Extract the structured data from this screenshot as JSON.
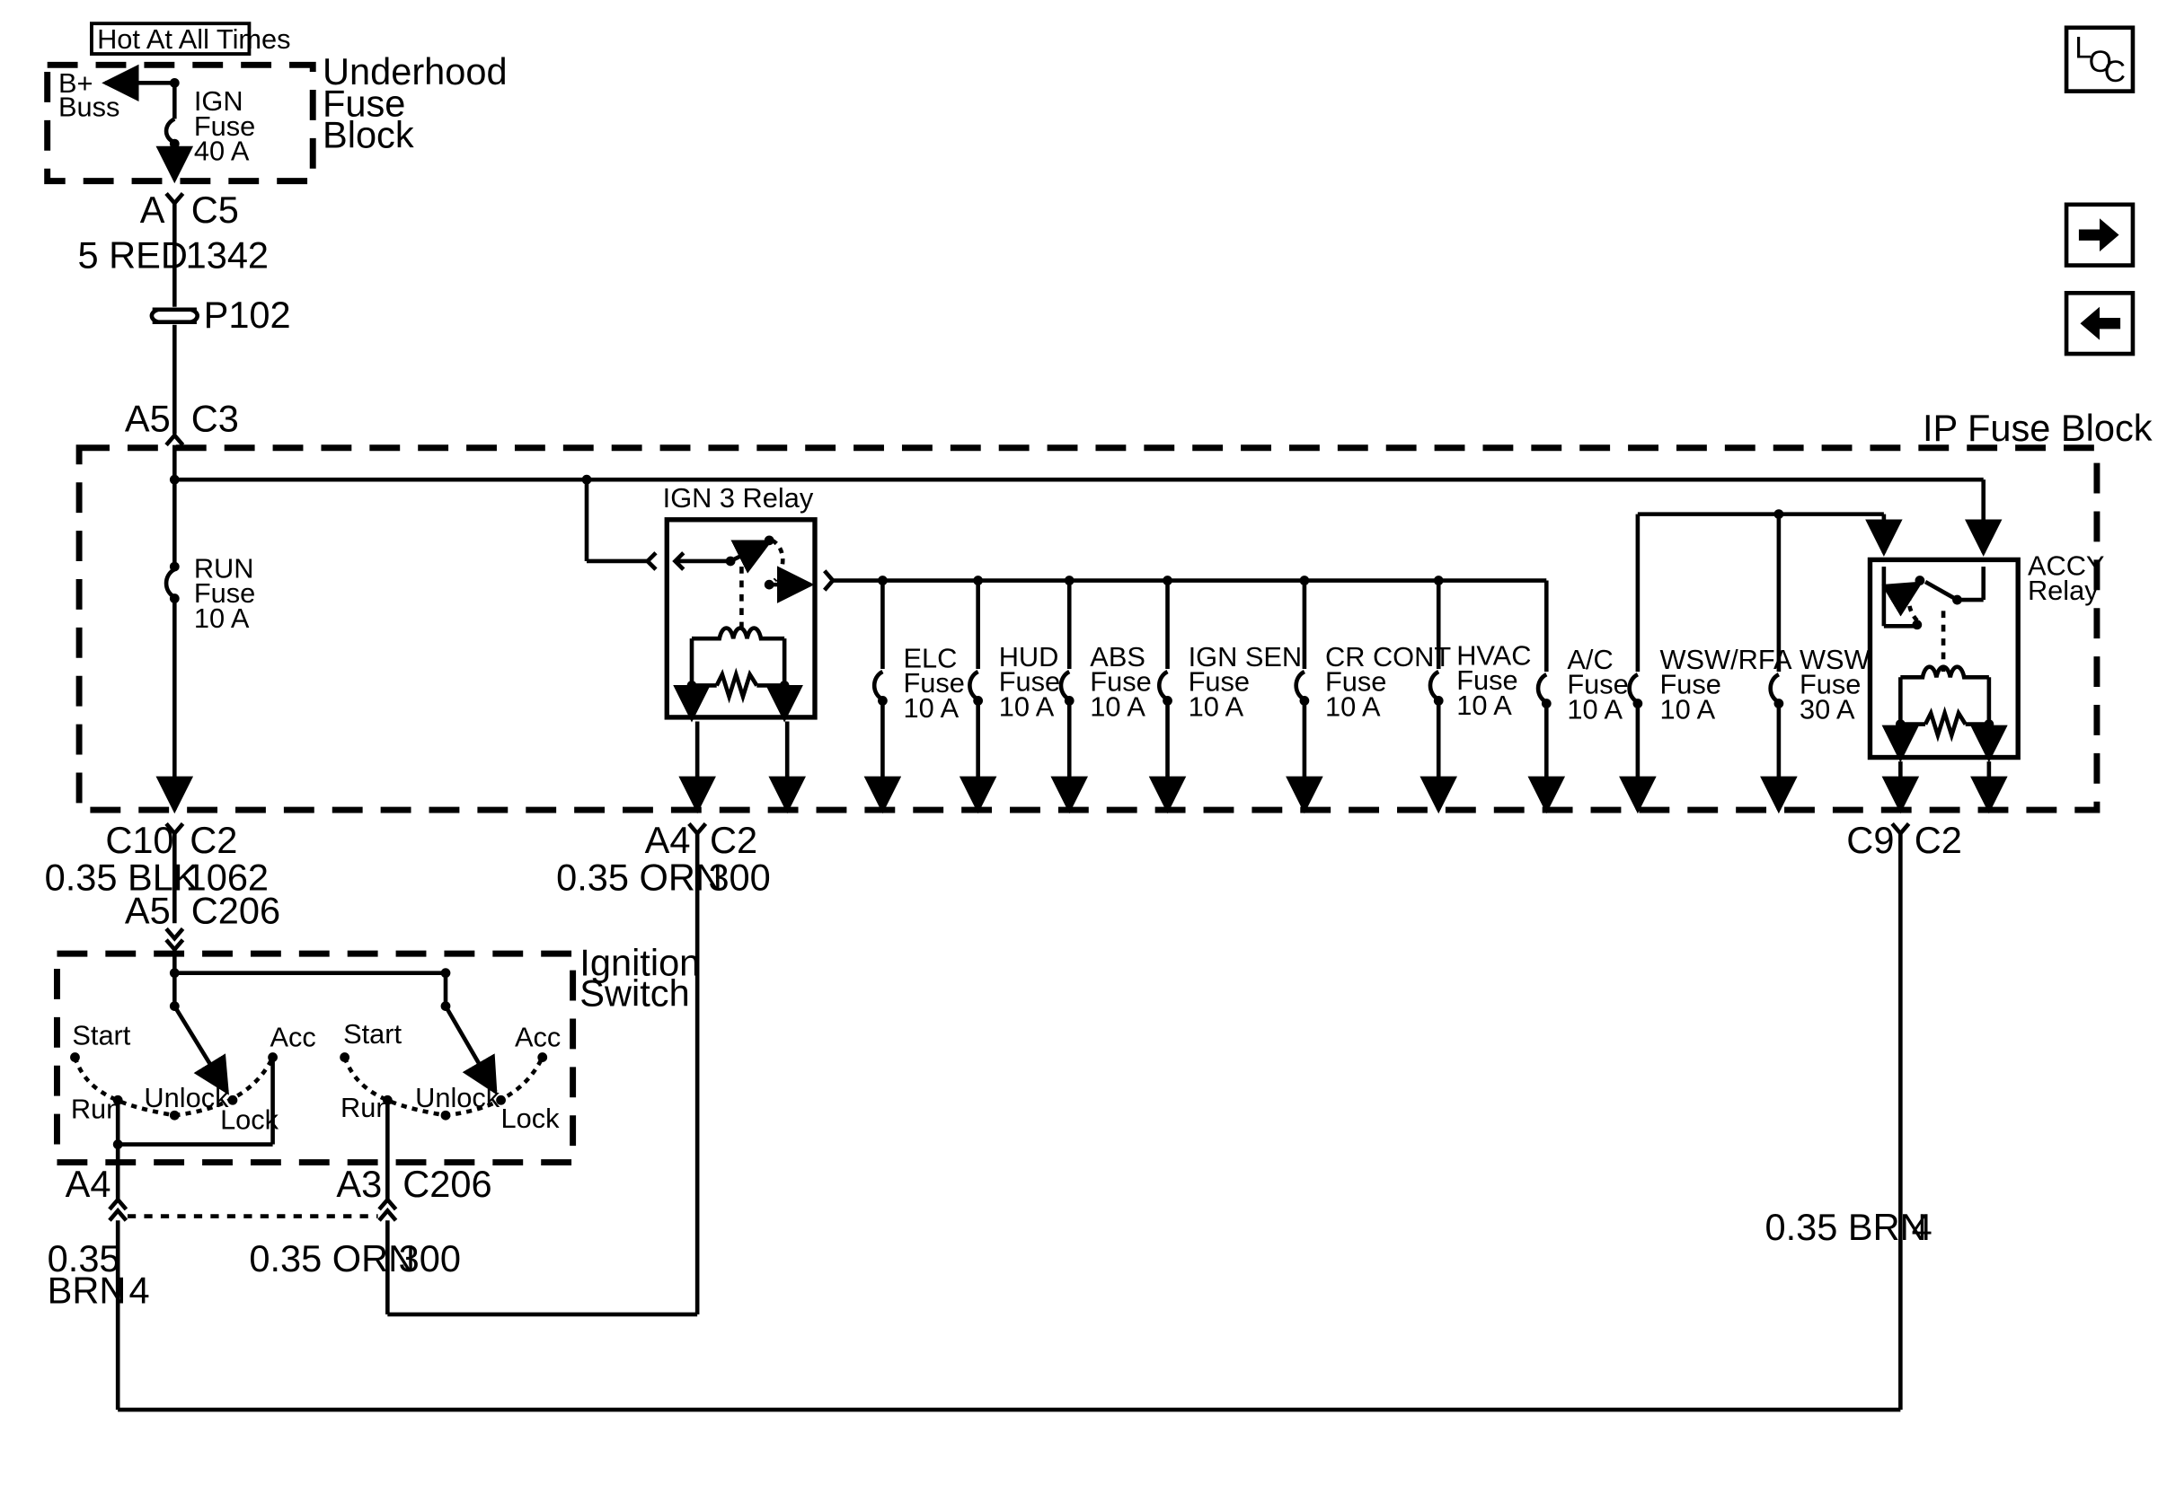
{
  "labels": {
    "hot": "Hot At All Times",
    "underhood": [
      "Underhood",
      "Fuse",
      "Block"
    ],
    "bbuss": [
      "B+",
      "Buss"
    ],
    "ign_fuse": [
      "IGN",
      "Fuse",
      "40 A"
    ],
    "c5_pin": "A",
    "c5": "C5",
    "wire1_size": "5 RED",
    "wire1_circ": "1342",
    "p102": "P102",
    "c3_pin": "A5",
    "c3": "C3",
    "ip_fuse_block": "IP Fuse Block",
    "run_fuse": [
      "RUN",
      "Fuse",
      "10 A"
    ],
    "ign3_relay": "IGN 3 Relay",
    "accy_relay": [
      "ACCY",
      "Relay"
    ],
    "fuses": [
      {
        "name": "ELC",
        "rating": "10 A"
      },
      {
        "name": "HUD",
        "rating": "10 A"
      },
      {
        "name": "ABS",
        "rating": "10 A"
      },
      {
        "name": "IGN SEN",
        "rating": "10 A"
      },
      {
        "name": "CR CONT",
        "rating": "10 A"
      },
      {
        "name": "HVAC",
        "rating": "10 A"
      },
      {
        "name": "A/C",
        "rating": "10 A"
      },
      {
        "name": "WSW/RFA",
        "rating": "10 A"
      },
      {
        "name": "WSW",
        "rating": "30 A"
      }
    ],
    "fuse_word": "Fuse",
    "c10": "C10",
    "c2a": "C2",
    "wire_blk_size": "0.35 BLK",
    "wire_blk_circ": "1062",
    "a5b": "A5",
    "c206a": "C206",
    "a4a": "A4",
    "c2b": "C2",
    "wire_orn_size": "0.35 ORN",
    "wire_orn_circ": "300",
    "c9": "C9",
    "c2c": "C2",
    "ign_switch": [
      "Ignition",
      "Switch"
    ],
    "sw_pos": {
      "start": "Start",
      "acc": "Acc",
      "run": "Run",
      "unlock": "Unlock",
      "lock": "Lock"
    },
    "a4b": "A4",
    "a3": "A3",
    "c206b": "C206",
    "brn_size_l1": "0.35",
    "brn_size_l2": "BRN",
    "brn_circ": "4",
    "orn2_size": "0.35 ORN",
    "orn2_circ": "300",
    "brn_r_size": "0.35 BRN",
    "brn_r_circ": "4"
  },
  "nav": {
    "loc": [
      "L",
      "O",
      "C"
    ],
    "next_icon": "arrow-right-icon",
    "prev_icon": "arrow-left-icon"
  }
}
